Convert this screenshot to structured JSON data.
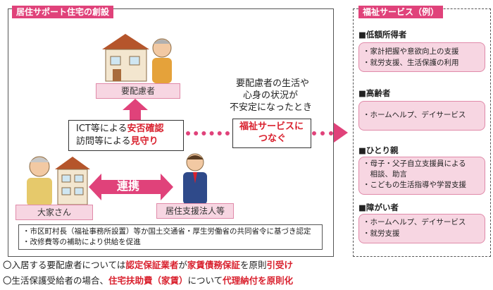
{
  "main": {
    "title": "居住サポート住宅の創設",
    "persons": {
      "elderly_label": "要配慮者",
      "landlord_label": "大家さん",
      "support_label": "居住支援法人等"
    },
    "ict_box": {
      "line1_pre": "ICT等による",
      "line1_red": "安否確認",
      "line2_pre": "訪問等による",
      "line2_red": "見守り"
    },
    "collab_label": "連携",
    "unstable_note": [
      "要配慮者の生活や",
      "心身の状況が",
      "不安定になったとき"
    ],
    "welfare_connect": [
      "福祉サービスに",
      "つなぐ"
    ],
    "notes": [
      "・市区町村長（福祉事務所設置）等か国土交通省・厚生労働省の共同省令に基づき認定",
      "・改修費等の補助により供給を促進"
    ]
  },
  "footer": {
    "line1": {
      "p1": "〇入居する要配慮者については",
      "r1": "認定保証業者",
      "p2": "が",
      "r2": "家賃債務保証",
      "p3": "を原則",
      "r3": "引受け"
    },
    "line2": {
      "p1": "〇生活保護受給者の場合、",
      "r1": "住宅扶助費（家賃）",
      "p2": "について",
      "r2": "代理納付を原則化"
    }
  },
  "side": {
    "title": "福祉サービス（例）",
    "groups": [
      {
        "heading": "■低額所得者",
        "items": [
          "・家計把握や意欲向上の支援",
          "・就労支援、生活保護の利用"
        ]
      },
      {
        "heading": "■高齢者",
        "items": [
          "・ホームヘルプ、デイサービス"
        ]
      },
      {
        "heading": "■ひとり親",
        "items": [
          "・母子・父子自立支援員による",
          "　相談、助言",
          "・こどもの生活指導や学習支援"
        ]
      },
      {
        "heading": "■障がい者",
        "items": [
          "・ホームヘルプ、デイサービス",
          "・就労支援"
        ]
      }
    ]
  },
  "colors": {
    "accent": "#e0427a",
    "pink_fill": "#f7d6e2",
    "red_text": "#d9212e"
  }
}
